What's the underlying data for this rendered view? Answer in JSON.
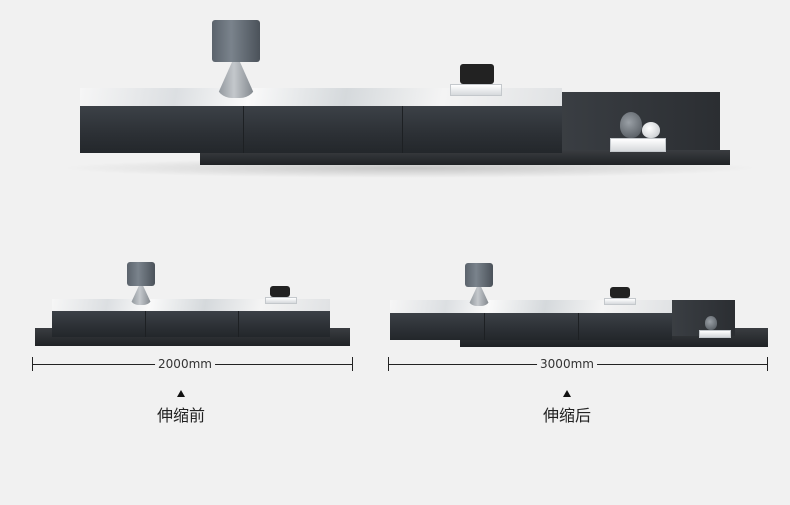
{
  "before": {
    "dimension": "2000mm",
    "label": "伸缩前"
  },
  "after": {
    "dimension": "3000mm",
    "label": "伸缩后"
  }
}
